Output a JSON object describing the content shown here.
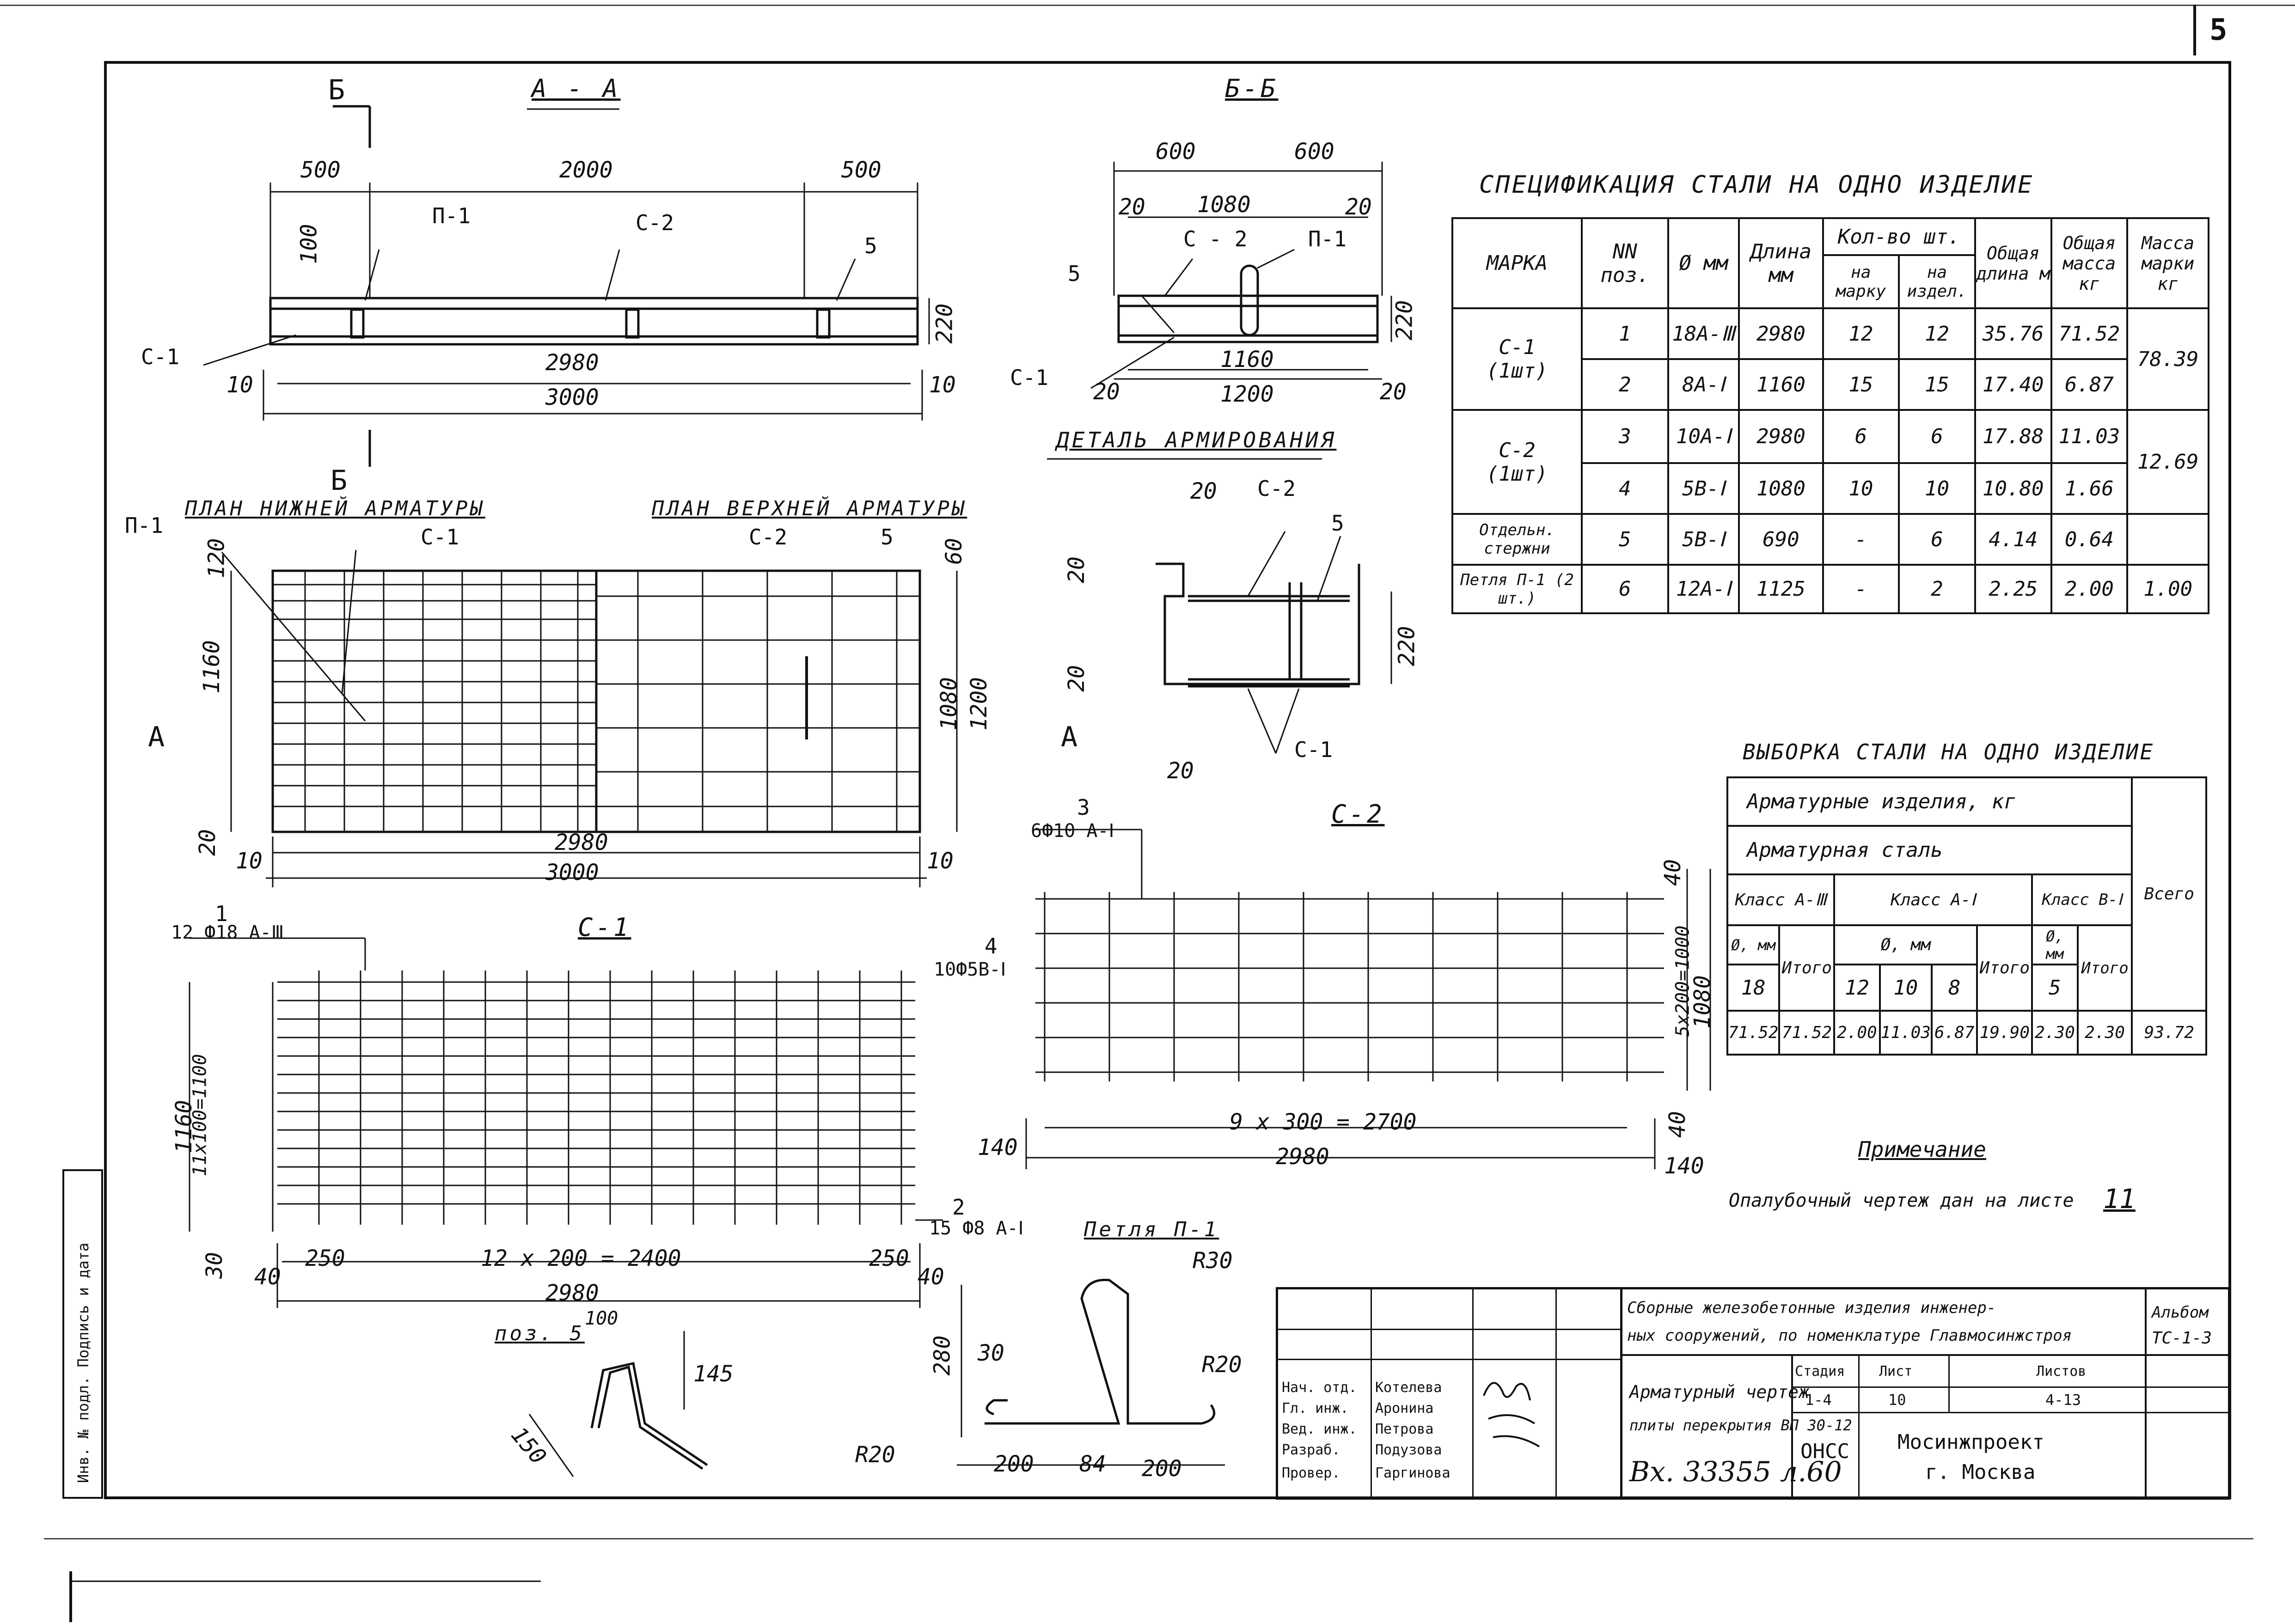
{
  "sheet": {
    "number": "5"
  },
  "views": {
    "aa": {
      "title": "А - А",
      "dims": {
        "left": "500",
        "mid": "2000",
        "right": "500",
        "inner": "2980",
        "total": "3000",
        "end_l": "10",
        "end_r": "10",
        "height": "220",
        "loop_offset": "100"
      },
      "labels": {
        "p1": "П-1",
        "c2": "С-2",
        "five": "5",
        "c1": "С-1",
        "b_top": "Б",
        "b_bot": "Б"
      }
    },
    "bb": {
      "title": "Б-Б",
      "dims": {
        "half_l": "600",
        "half_r": "600",
        "edge_l": "20",
        "edge_r": "20",
        "inner": "1080",
        "bottom_inner": "1160",
        "bottom_total": "1200",
        "bot_edge_l": "20",
        "bot_edge_r": "20",
        "height": "220"
      },
      "labels": {
        "c2": "С - 2",
        "p1": "П-1",
        "five": "5",
        "c1": "С-1"
      }
    },
    "detail": {
      "title": "ДЕТАЛЬ АРМИРОВАНИЯ",
      "dims": {
        "top": "20",
        "left_top": "20",
        "left_bot": "20",
        "bottom": "20",
        "height": "220"
      },
      "labels": {
        "c2": "С-2",
        "five": "5",
        "c1": "С-1"
      }
    },
    "plan_bottom": {
      "title": "ПЛАН НИЖНЕЙ АРМАТУРЫ",
      "labels": {
        "p1": "П-1",
        "c1": "С-1",
        "arrow": "А"
      },
      "dims": {
        "top": "120",
        "height": "1160",
        "bottom": "20",
        "inner": "2980",
        "total": "3000",
        "end_l": "10",
        "end_r": "10"
      }
    },
    "plan_top": {
      "title": "ПЛАН ВЕРХНЕЙ АРМАТУРЫ",
      "labels": {
        "c2": "С-2",
        "five": "5",
        "arrow": "А"
      },
      "dims": {
        "top": "60",
        "inner": "1080",
        "total": "1200"
      }
    },
    "c1": {
      "title": "С-1",
      "pos1": "1",
      "pos1_spec": "12 Ф18 А-Ⅲ",
      "pos2": "2",
      "pos2_spec": "15 Ф8 А-Ⅰ",
      "dims": {
        "height": "1160",
        "spacing": "11х100=1100",
        "bottom": "30",
        "end_l": "40",
        "end_r": "40",
        "first": "250",
        "last": "250",
        "mid": "12 х 200 = 2400",
        "total": "2980"
      }
    },
    "c2": {
      "title": "С-2",
      "pos3": "3",
      "pos3_spec": "6Ф10 А-Ⅰ",
      "pos4": "4",
      "pos4_spec": "10Ф5В-Ⅰ",
      "dims": {
        "top": "40",
        "spacing": "5х200=1000",
        "height": "1080",
        "bottom": "40",
        "end_l": "140",
        "end_r": "140",
        "mid": "9 х 300 = 2700",
        "total": "2980"
      }
    },
    "pos5": {
      "title": "поз. 5",
      "dims": {
        "top": "100",
        "height": "145",
        "leg": "150"
      }
    },
    "loop": {
      "title": "Петля П-1",
      "dims": {
        "radius": "R30",
        "height": "280",
        "gap": "30",
        "r_left": "R20",
        "r_right": "R20",
        "left": "200",
        "mid": "84",
        "right": "200"
      }
    }
  },
  "spec": {
    "title": "СПЕЦИФИКАЦИЯ  СТАЛИ НА ОДНО ИЗДЕЛИЕ",
    "headers": {
      "mark": "МАРКА",
      "pos": "NN поз.",
      "dia": "Ø мм",
      "len": "Длина мм",
      "qty": "Кол-во шт.",
      "qty_mark": "на марку",
      "qty_item": "на издел.",
      "total_len": "Общая длина м",
      "total_mass": "Общая масса кг",
      "mark_mass": "Масса марки кг"
    },
    "rows": [
      {
        "mark": "С-1",
        "mark2": "(1шт)",
        "pos": "1",
        "dia": "18А-Ⅲ",
        "len": "2980",
        "qm": "12",
        "qi": "12",
        "tl": "35.76",
        "tm": "71.52",
        "mm": "78.39"
      },
      {
        "pos": "2",
        "dia": "8А-Ⅰ",
        "len": "1160",
        "qm": "15",
        "qi": "15",
        "tl": "17.40",
        "tm": "6.87"
      },
      {
        "mark": "С-2",
        "mark2": "(1шт)",
        "pos": "3",
        "dia": "10А-Ⅰ",
        "len": "2980",
        "qm": "6",
        "qi": "6",
        "tl": "17.88",
        "tm": "11.03",
        "mm": "12.69"
      },
      {
        "pos": "4",
        "dia": "5В-Ⅰ",
        "len": "1080",
        "qm": "10",
        "qi": "10",
        "tl": "10.80",
        "tm": "1.66"
      },
      {
        "mark": "Отдельн. стержни",
        "pos": "5",
        "dia": "5В-Ⅰ",
        "len": "690",
        "qm": "-",
        "qi": "6",
        "tl": "4.14",
        "tm": "0.64",
        "mm": ""
      },
      {
        "mark": "Петля П-1 (2 шт.)",
        "pos": "6",
        "dia": "12А-Ⅰ",
        "len": "1125",
        "qm": "-",
        "qi": "2",
        "tl": "2.25",
        "tm": "2.00",
        "mm": "1.00"
      }
    ]
  },
  "selection": {
    "title": "ВЫБОРКА СТАЛИ НА ОДНО ИЗДЕЛИЕ",
    "h1": "Арматурные изделия, кг",
    "h2": "Арматурная сталь",
    "cls3": "Класс А-Ⅲ",
    "cls1": "Класс А-Ⅰ",
    "clsb": "Класс В-Ⅰ",
    "d_mm": "Ø, мм",
    "total": "Всего",
    "itogo": "Итого",
    "dias": [
      "18",
      "12",
      "10",
      "8",
      "5"
    ],
    "values": [
      "71.52",
      "71.52",
      "2.00",
      "11.03",
      "6.87",
      "19.90",
      "2.30",
      "2.30",
      "93.72"
    ]
  },
  "note": {
    "title": "Примечание",
    "text": "Опалубочный чертеж дан на листе",
    "sheet_ref": "11"
  },
  "stamp": {
    "title1": "Сборные железобетонные изделия инженер-",
    "title2": "ных сооружений, по номенклатуре Главмосинжстроя",
    "album": "Альбом",
    "album_no": "ТС-1-3",
    "drawing": "Арматурный чертеж",
    "drawing2": "плиты перекрытия ВП 30-12",
    "stage_h": "Стадия",
    "sheet_h": "Лист",
    "sheets_h": "Листов",
    "stage": "1-4",
    "sheet": "10",
    "sheets": "4-13",
    "org": "ОНСС",
    "company": "Мосинжпроект",
    "city": "г. Москва",
    "roles": [
      "Нач. отд.",
      "Гл. инж.",
      "Вед. инж.",
      "Разраб.",
      "Провер."
    ],
    "names": [
      "Котелева",
      "Аронина",
      "Петрова",
      "Подузова",
      "Гаргинова"
    ],
    "inv": "Вх. 33355 л.60",
    "side": "Инв. № подл.   Подпись и дата"
  }
}
